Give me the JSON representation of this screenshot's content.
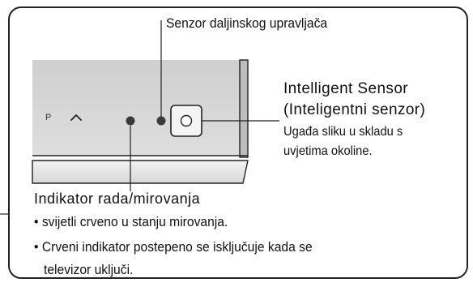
{
  "labels": {
    "remote_sensor": "Senzor daljinskog upravljača",
    "panel_p": "P",
    "intelligent_sensor": "Intelligent Sensor",
    "intelligent_sensor_local": "(Inteligentni senzor)",
    "intelligent_desc_1": "Ugađa sliku u skladu s",
    "intelligent_desc_2": "uvjetima okoline.",
    "indicator_title": "Indikator rada/mirovanja",
    "indicator_bullet_1": "• svijetli crveno u stanju mirovanja.",
    "indicator_bullet_2": "• Crveni indikator postepeno se isključuje kada se",
    "indicator_bullet_2_cont": "televizor uključi."
  },
  "colors": {
    "panel_fill": "#d7d7d7",
    "bezel_fill": "#e6e6e6",
    "line": "#222222",
    "dot": "#333333"
  },
  "icons": {
    "up_button": "caret-up-icon",
    "intelligent_sensor": "circle-sensor-icon"
  }
}
